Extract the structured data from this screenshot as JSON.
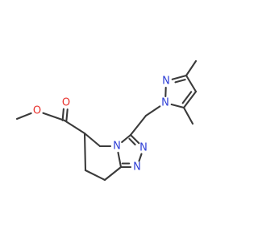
{
  "molecule": {
    "atoms": [
      {
        "id": "ome_me",
        "symbol": "C",
        "label": "",
        "color": "#3a3a3a"
      },
      {
        "id": "o_ester",
        "symbol": "O",
        "label": "O",
        "color": "#e8302b"
      },
      {
        "id": "c_carbonyl",
        "symbol": "C",
        "label": "",
        "color": "#3a3a3a"
      },
      {
        "id": "o_carbonyl",
        "symbol": "O",
        "label": "O",
        "color": "#e8302b"
      },
      {
        "id": "c6",
        "symbol": "C",
        "label": "",
        "color": "#3a3a3a"
      },
      {
        "id": "c5",
        "symbol": "C",
        "label": "",
        "color": "#3a3a3a"
      },
      {
        "id": "n4",
        "symbol": "N",
        "label": "N",
        "color": "#2f3fd6"
      },
      {
        "id": "c8a",
        "symbol": "C",
        "label": "",
        "color": "#3a3a3a"
      },
      {
        "id": "c8",
        "symbol": "C",
        "label": "",
        "color": "#3a3a3a"
      },
      {
        "id": "c7",
        "symbol": "C",
        "label": "",
        "color": "#3a3a3a"
      },
      {
        "id": "n1",
        "symbol": "N",
        "label": "N",
        "color": "#2f3fd6"
      },
      {
        "id": "n2",
        "symbol": "N",
        "label": "N",
        "color": "#2f3fd6"
      },
      {
        "id": "c3",
        "symbol": "C",
        "label": "",
        "color": "#3a3a3a"
      },
      {
        "id": "ch2",
        "symbol": "C",
        "label": "",
        "color": "#3a3a3a"
      },
      {
        "id": "pz_n1",
        "symbol": "N",
        "label": "N",
        "color": "#2f3fd6"
      },
      {
        "id": "pz_n2",
        "symbol": "N",
        "label": "N",
        "color": "#2f3fd6"
      },
      {
        "id": "pz_c3",
        "symbol": "C",
        "label": "",
        "color": "#3a3a3a"
      },
      {
        "id": "pz_c4",
        "symbol": "C",
        "label": "",
        "color": "#3a3a3a"
      },
      {
        "id": "pz_c5",
        "symbol": "C",
        "label": "",
        "color": "#3a3a3a"
      },
      {
        "id": "me3",
        "symbol": "C",
        "label": "",
        "color": "#3a3a3a"
      },
      {
        "id": "me5",
        "symbol": "C",
        "label": "",
        "color": "#3a3a3a"
      }
    ],
    "bonds": [
      {
        "a": "ome_me",
        "b": "o_ester",
        "order": 1
      },
      {
        "a": "o_ester",
        "b": "c_carbonyl",
        "order": 1
      },
      {
        "a": "c_carbonyl",
        "b": "o_carbonyl",
        "order": 2
      },
      {
        "a": "c_carbonyl",
        "b": "c6",
        "order": 1
      },
      {
        "a": "c6",
        "b": "c5",
        "order": 1
      },
      {
        "a": "c5",
        "b": "n4",
        "order": 1
      },
      {
        "a": "n4",
        "b": "c8a",
        "order": 1
      },
      {
        "a": "c8a",
        "b": "c8",
        "order": 1
      },
      {
        "a": "c8",
        "b": "c7",
        "order": 1
      },
      {
        "a": "c7",
        "b": "c6",
        "order": 1
      },
      {
        "a": "c8a",
        "b": "n1",
        "order": 2
      },
      {
        "a": "n1",
        "b": "n2",
        "order": 1
      },
      {
        "a": "n2",
        "b": "c3",
        "order": 2
      },
      {
        "a": "c3",
        "b": "n4",
        "order": 1
      },
      {
        "a": "c3",
        "b": "ch2",
        "order": 1
      },
      {
        "a": "ch2",
        "b": "pz_n1",
        "order": 1
      },
      {
        "a": "pz_n1",
        "b": "pz_n2",
        "order": 1
      },
      {
        "a": "pz_n2",
        "b": "pz_c3",
        "order": 2
      },
      {
        "a": "pz_c3",
        "b": "pz_c4",
        "order": 1
      },
      {
        "a": "pz_c4",
        "b": "pz_c5",
        "order": 2
      },
      {
        "a": "pz_c5",
        "b": "pz_n1",
        "order": 1
      },
      {
        "a": "pz_c3",
        "b": "me3",
        "order": 1
      },
      {
        "a": "pz_c5",
        "b": "me5",
        "order": 1
      }
    ]
  }
}
